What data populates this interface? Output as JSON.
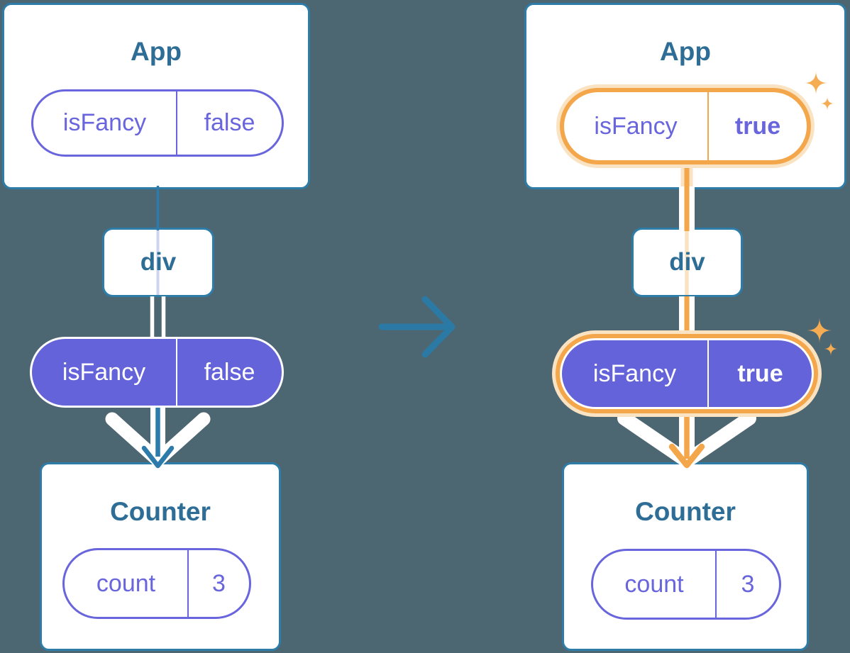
{
  "colors": {
    "background": "#4C6672",
    "card_border_blue": "#2E7CA8",
    "heading_text_blue": "#2E6E96",
    "purple_outline": "#6965DC",
    "purple_fill": "#6463D9",
    "highlight_orange": "#F3A64A",
    "highlight_orange_pale": "#FAE3C2",
    "arrow_blue": "#2B7AA6",
    "thread_light_blue": "#CDD5F0",
    "white": "#FFFFFF"
  },
  "icons": {
    "transition": "right-arrow",
    "highlight": "sparkles"
  },
  "before": {
    "app": {
      "title": "App",
      "prop": {
        "name": "isFancy",
        "value": "false"
      }
    },
    "container": {
      "label": "div"
    },
    "passed_prop": {
      "name": "isFancy",
      "value": "false"
    },
    "counter": {
      "title": "Counter",
      "state": {
        "name": "count",
        "value": "3"
      }
    }
  },
  "after": {
    "app": {
      "title": "App",
      "prop": {
        "name": "isFancy",
        "value": "true"
      }
    },
    "container": {
      "label": "div"
    },
    "passed_prop": {
      "name": "isFancy",
      "value": "true"
    },
    "counter": {
      "title": "Counter",
      "state": {
        "name": "count",
        "value": "3"
      }
    }
  }
}
